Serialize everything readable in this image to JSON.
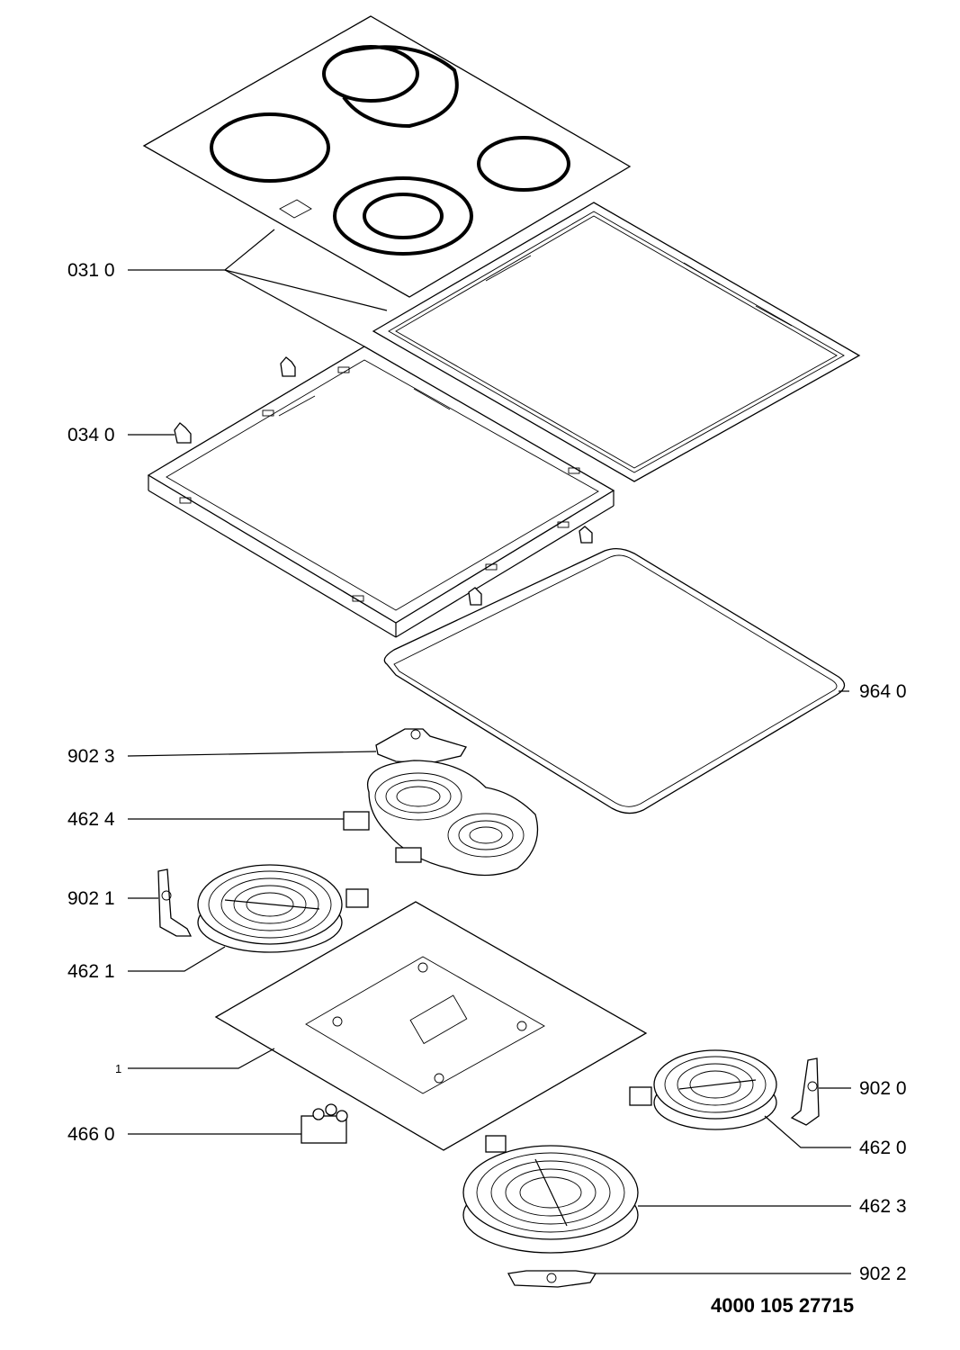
{
  "callouts": {
    "glass_top": "031 0",
    "frame_clip": "034 0",
    "gasket": "964 0",
    "bracket_3": "902 3",
    "heater_dual_oval": "462 4",
    "bracket_1": "902 1",
    "heater_1": "462 1",
    "base_plate": "1",
    "terminal_block": "466 0",
    "bracket_0": "902 0",
    "heater_0": "462 0",
    "heater_3": "462 3",
    "bracket_2": "902 2"
  },
  "document_number": "4000 105 27715"
}
